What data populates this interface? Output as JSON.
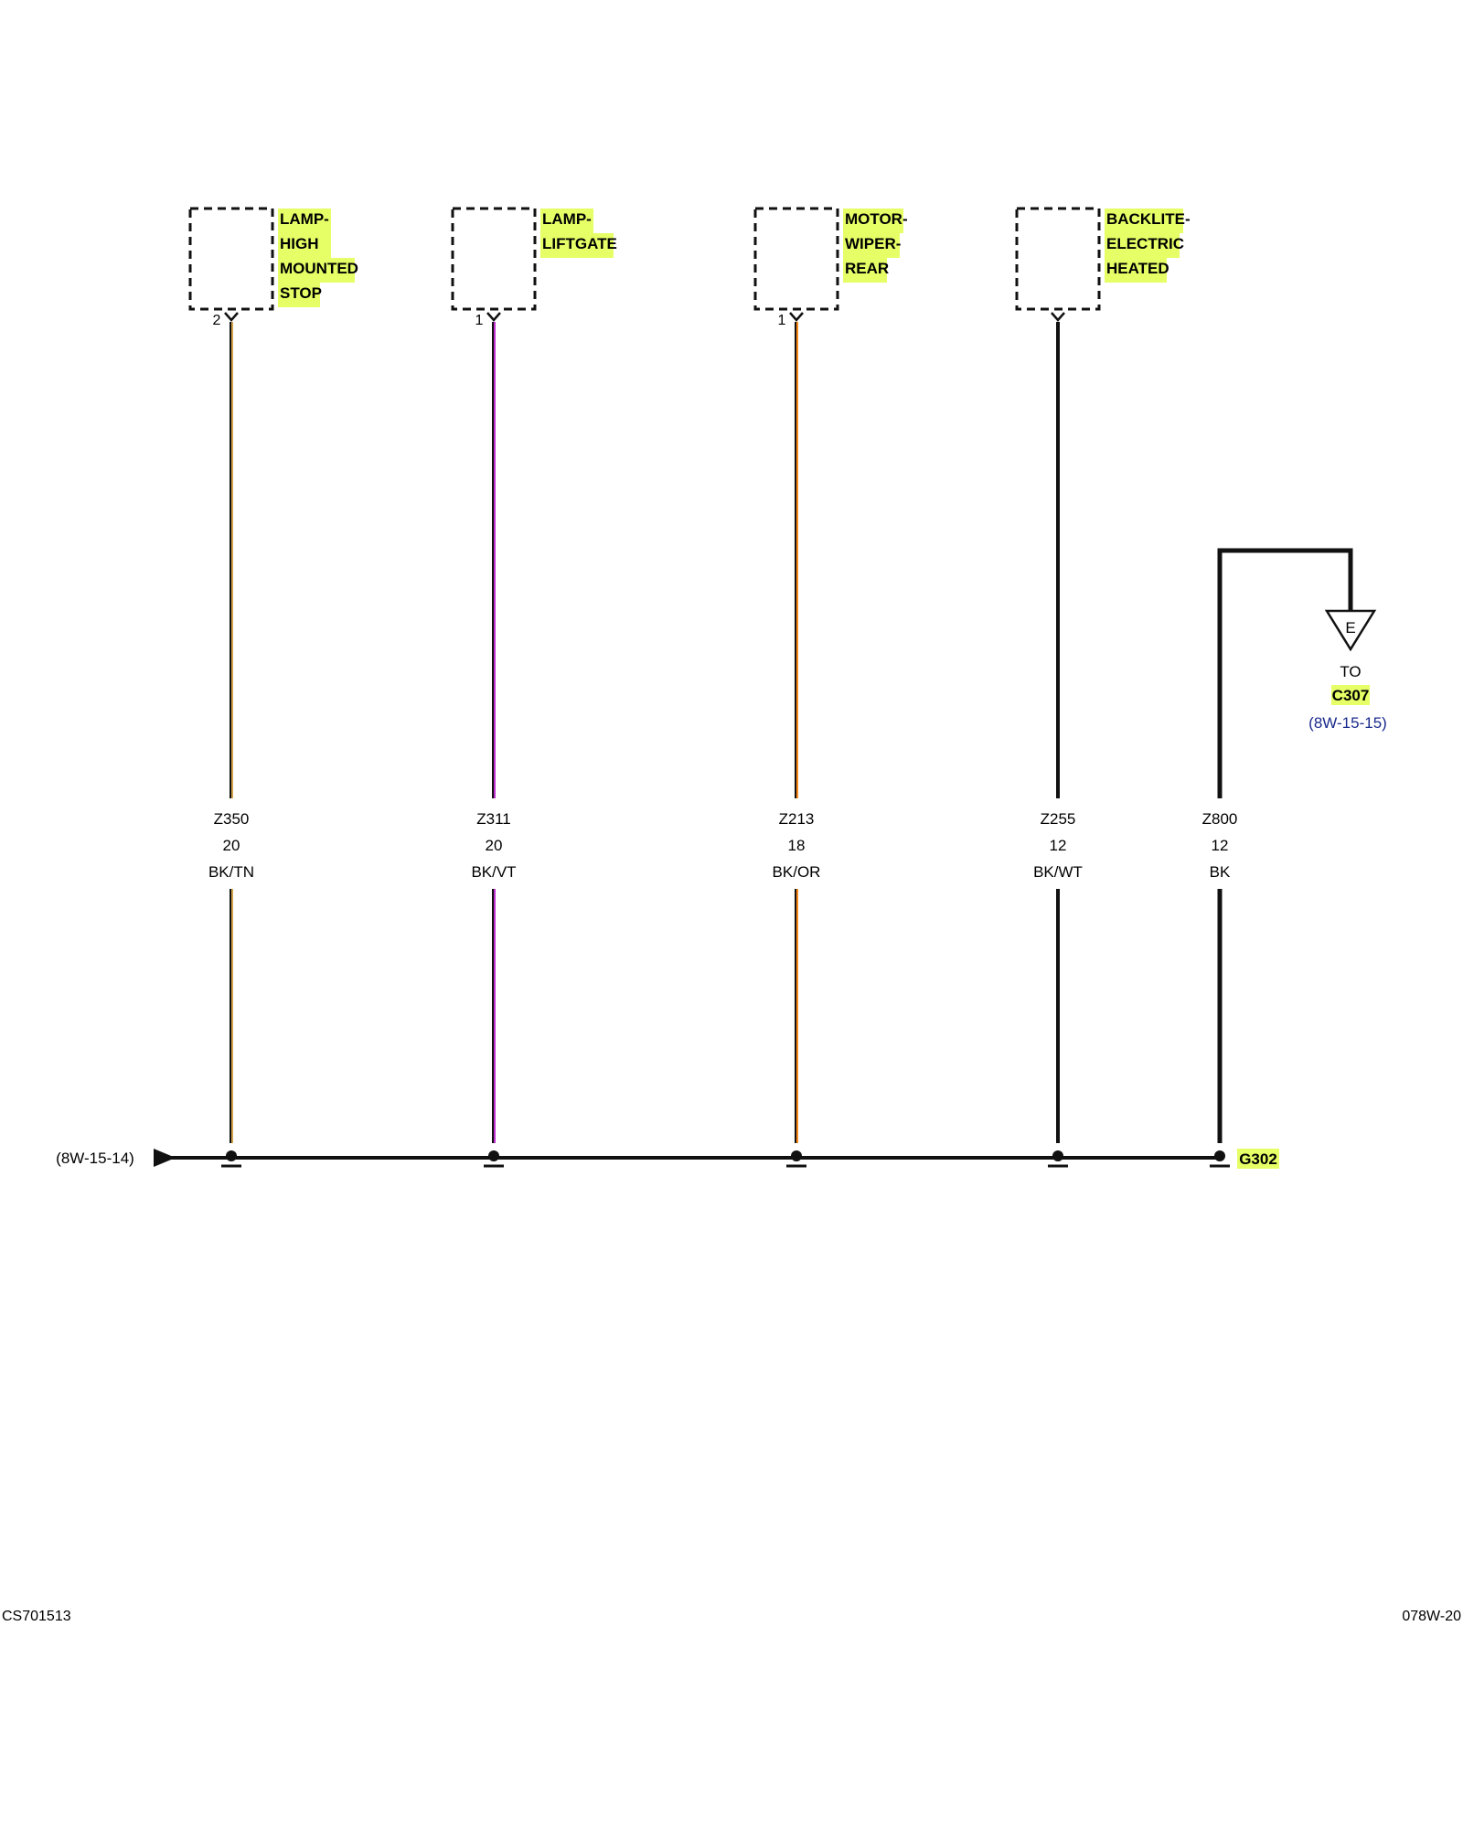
{
  "colors": {
    "highlight": "#e6ff66",
    "wire_black": "#111111",
    "tracer_tan": "#d2a24a",
    "tracer_violet": "#c02fd0",
    "tracer_orange": "#ff8a1c",
    "ref_blue": "#1a2a8c"
  },
  "components": [
    {
      "label_lines": [
        "LAMP-",
        "HIGH",
        "MOUNTED",
        "STOP"
      ],
      "pin": "2"
    },
    {
      "label_lines": [
        "LAMP-",
        "LIFTGATE"
      ],
      "pin": "1"
    },
    {
      "label_lines": [
        "MOTOR-",
        "WIPER-",
        "REAR"
      ],
      "pin": "1"
    },
    {
      "label_lines": [
        "BACKLITE-",
        "ELECTRIC",
        "HEATED"
      ],
      "pin": ""
    }
  ],
  "wires": [
    {
      "circuit": "Z350",
      "gauge": "20",
      "color_code": "BK/TN",
      "tracer": "tan"
    },
    {
      "circuit": "Z311",
      "gauge": "20",
      "color_code": "BK/VT",
      "tracer": "violet"
    },
    {
      "circuit": "Z213",
      "gauge": "18",
      "color_code": "BK/OR",
      "tracer": "orange"
    },
    {
      "circuit": "Z255",
      "gauge": "12",
      "color_code": "BK/WT",
      "tracer": "none"
    },
    {
      "circuit": "Z800",
      "gauge": "12",
      "color_code": "BK",
      "tracer": "none"
    }
  ],
  "connector_ref": {
    "letter": "E",
    "to_label": "TO",
    "connector": "C307",
    "page_ref": "(8W-15-15)"
  },
  "ground": {
    "label": "G302",
    "left_ref": "(8W-15-14)"
  },
  "footer": {
    "left": "CS701513",
    "right": "078W-20"
  }
}
